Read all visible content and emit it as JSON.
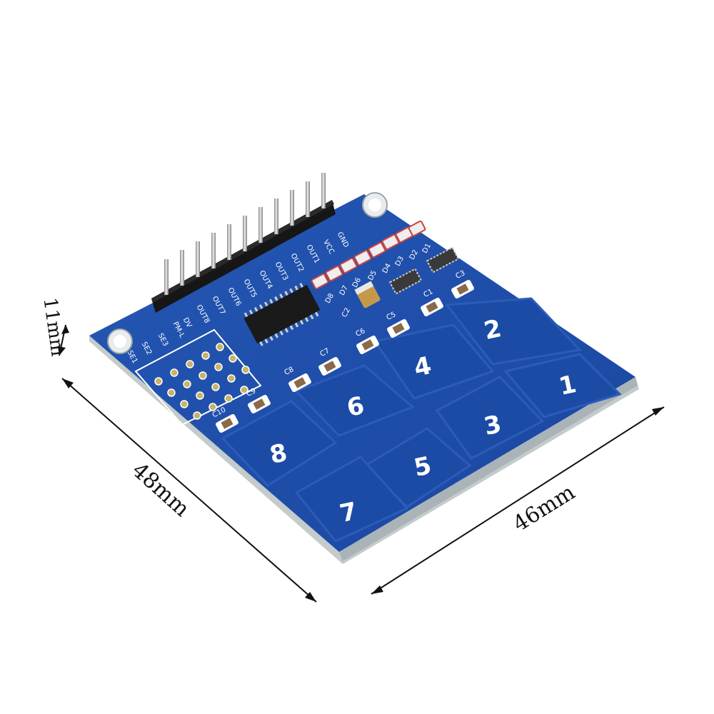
{
  "dimensions": {
    "height": "11mm",
    "width_left": "48mm",
    "width_right": "46mm"
  },
  "pads": [
    "1",
    "2",
    "3",
    "4",
    "5",
    "6",
    "7",
    "8"
  ],
  "capacitors": [
    "C1",
    "C3",
    "C5",
    "C6",
    "C7",
    "C8",
    "C9",
    "C10",
    "C2"
  ],
  "leds": [
    "D1",
    "D2",
    "D3",
    "D4",
    "D5",
    "D6",
    "D7",
    "D8"
  ],
  "header_labels": [
    "GND",
    "VCC",
    "OUT1",
    "OUT2",
    "OUT3",
    "OUT4",
    "OUT5",
    "OUT6",
    "OUT7",
    "OUT8",
    "DV"
  ],
  "jumper_labels": [
    "SE1",
    "SE2",
    "SE3",
    "PM-L"
  ],
  "colors": {
    "board": "#1d4ea6",
    "board_edge": "#bcc6c6",
    "pad": "#1a48a0",
    "silkscreen": "#ffffff",
    "header_plastic": "#151515",
    "header_pin": "#b8b8b8"
  }
}
